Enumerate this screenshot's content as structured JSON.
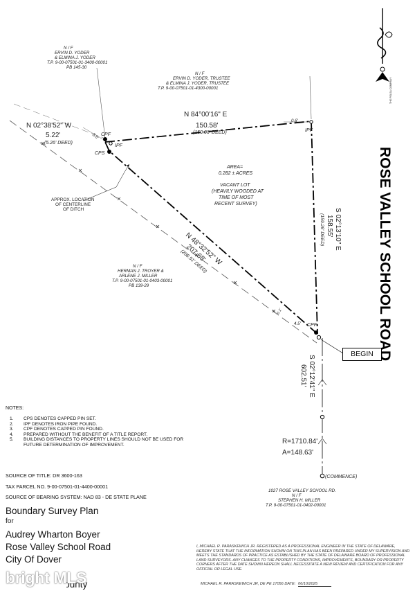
{
  "adjoiners": {
    "north_west": {
      "nf": "N / F",
      "owners_1": "ERVIN D. YODER",
      "owners_2": "& ELMINA J. YODER",
      "tp": "T.P. 9-00-07501-01-3400-00001",
      "pb": "PB 145-30"
    },
    "north": {
      "nf": "N / F",
      "owners_1": "ERVIN D. YODER, TRUSTEE",
      "owners_2": "& ELMINA J. YODER, TRUSTEE",
      "tp": "T.P. 9-00-07501-01-4300-00001"
    },
    "south_west": {
      "nf": "N / F",
      "owners_1": "HERMAN J. TROYER &",
      "owners_2": "ARLENE J. MILLER",
      "tp": "T.P. 9-00-07501-01-0403-00001",
      "pb": "PB 139-29"
    },
    "south_east": {
      "address": "1027 ROSE VALLEY SCHOOL RD.",
      "nf": "N / F",
      "owner": "STEPHEN H. MILLER",
      "tp": "T.P. 9-00-07501-01-0402-00001"
    }
  },
  "courses": {
    "north": {
      "bearing": "N 84°00'16\" E",
      "distance": "150.58'",
      "deed": "(150.00' DEED)"
    },
    "west_short": {
      "bearing": "N 02°38'52\" W",
      "distance": "5.22'",
      "deed": "(5.26' DEED)"
    },
    "south_west": {
      "bearing": "N 48°32'52\" W",
      "distance": "207.68'",
      "deed": "(208.51' DEED)"
    },
    "east": {
      "bearing": "S 02°13'10\" E",
      "distance": "158.55'",
      "deed": "(159.26' DEED)"
    },
    "road": {
      "bearing": "S 02°12'41\" E",
      "distance": "602.51'"
    },
    "curve": {
      "radius": "R=1710.84'",
      "arc": "A=148.63'"
    }
  },
  "offsets": {
    "nw": "5.6'",
    "ne": "0.6'",
    "se": "4.5'",
    "ditch": "0.1'"
  },
  "monuments": {
    "cpf": "CPF",
    "ipf": "IPF",
    "cps": "CPS"
  },
  "lot": {
    "area": "AREA=",
    "acres": "0.282 ± ACRES",
    "desc_1": "VACANT LOT",
    "desc_2": "(HEAVILY WOODED AT",
    "desc_3": "TIME OF MOST",
    "desc_4": "RECENT SURVEY)"
  },
  "ditch": {
    "line_1": "APPROX. LOCATION",
    "line_2": "OF CENTERLINE",
    "line_3": "OF DITCH"
  },
  "road_name": "ROSE VALLEY SCHOOL ROAD",
  "begin_label": "BEGIN",
  "commence_label": "(COMMENCE)",
  "logo_text": "THE PELSA COMPANY",
  "notes": {
    "title": "NOTES:",
    "items": [
      {
        "num": "1.",
        "text": "CPS DENOTES CAPPED PIN SET."
      },
      {
        "num": "2.",
        "text": "IPF DENOTES IRON PIPE FOUND."
      },
      {
        "num": "3.",
        "text": "CPF DENOTES CAPPED PIN FOUND."
      },
      {
        "num": "4.",
        "text": "PREPARED WITHOUT THE BENEFIT OF A TITLE REPORT."
      },
      {
        "num": "5.",
        "text": "BUILDING DISTANCES TO PROPERTY LINES SHOULD NOT BE USED FOR FUTURE DETERMINATION OF IMPROVEMENT."
      }
    ]
  },
  "sources": {
    "title": "SOURCE OF TITLE: DR 3600-163",
    "tax": "TAX PARCEL NO. 9-00-07501-01-4400-00001",
    "bearing": "SOURCE OF BEARING SYSTEM: NAD 83 - DE STATE PLANE"
  },
  "title_block": {
    "title": "Boundary Survey Plan",
    "for": "for",
    "client": "Audrey Wharton Boyer",
    "road": "Rose Valley School Road",
    "city": "City Of Dover",
    "county": "Kent County"
  },
  "certification": "I, MICHAEL R. PARASKEWICH JR. REGISTERED AS A PROFESSIONAL ENGINEER IN THE STATE OF DELAWARE, HEREBY STATE THAT THE INFORMATION SHOWN ON THIS PLAN HAS BEEN PREPARED UNDER MY SUPERVISION AND MEETS THE STANDARDS OF PRACTICE AS ESTABLISHED BY THE STATE OF DELAWARE BOARD OF PROFESSIONAL LAND SURVEYORS. ANY CHANGES TO THE PROPERTY CONDITIONS, IMPROVEMENTS, BOUNDARY OR PROPERTY CORNERS AFTER THE DATE SHOWN HEREON SHALL NECESSITATE A NEW REVIEW AND CERTIFICATION FOR ANY OFFICIAL OR LEGAL USE.",
  "signature": {
    "label": "MICHAEL R. PARASKEWICH JR, DE PE 17056",
    "date_label": "DATE:",
    "date": "06/10/2025"
  },
  "watermark": "bright MLS"
}
